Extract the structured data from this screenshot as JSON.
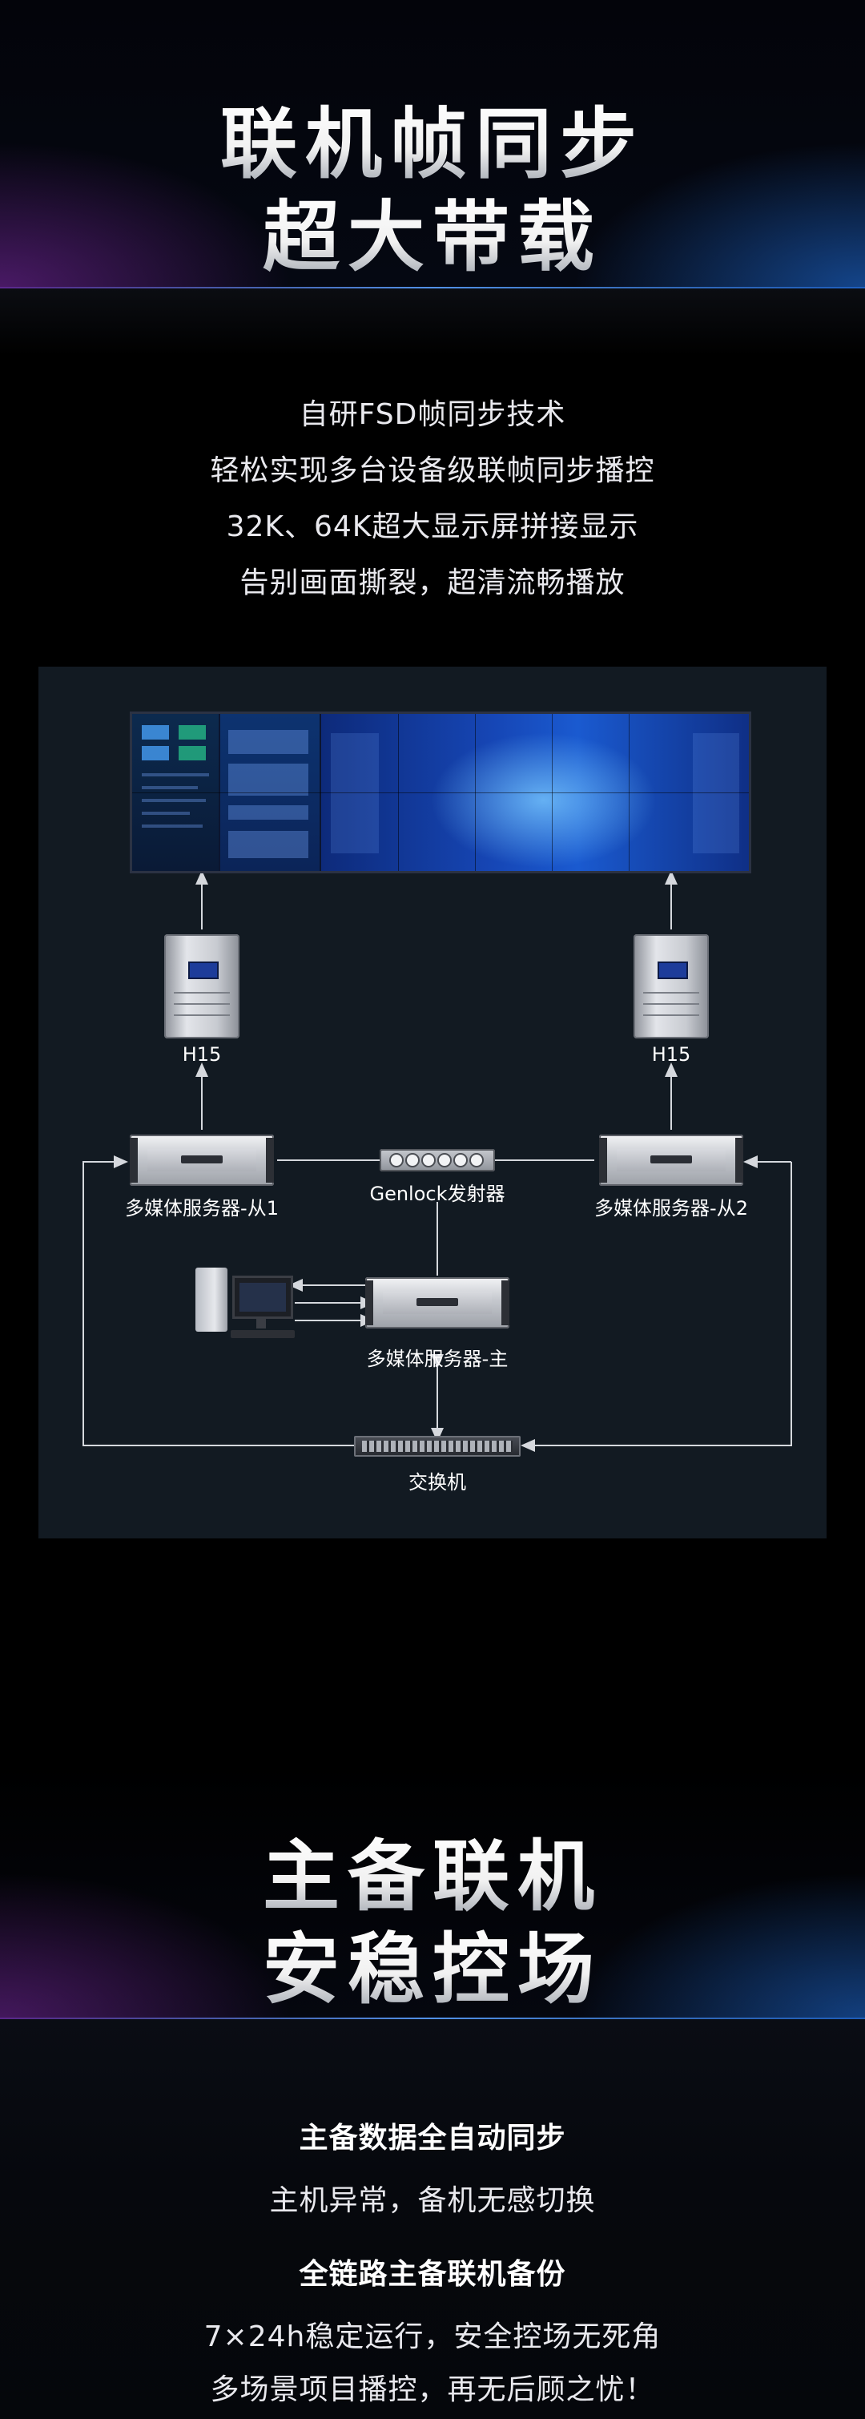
{
  "section1": {
    "title_line1": "联机帧同步",
    "title_line2": "超大带载",
    "lines": [
      "自研FSD帧同步技术",
      "轻松实现多台设备级联帧同步播控",
      "32K、64K超大显示屏拼接显示",
      "告别画面撕裂，超清流畅播放"
    ]
  },
  "diagram": {
    "h15_left": "H15",
    "h15_right": "H15",
    "server_slave1": "多媒体服务器-从1",
    "server_slave2": "多媒体服务器-从2",
    "server_master": "多媒体服务器-主",
    "genlock": "Genlock发射器",
    "switch": "交换机"
  },
  "section2": {
    "title_line1": "主备联机",
    "title_line2": "安稳控场",
    "bold1": "主备数据全自动同步",
    "line1": "主机异常，备机无感切换",
    "bold2": "全链路主备联机备份",
    "line2": "7×24h稳定运行，安全控场无死角",
    "line3": "多场景项目播控，再无后顾之忧！"
  },
  "colors": {
    "panel_bg": "#121a22",
    "connector": "#d5d8dd",
    "accent_blue": "#2a6cf0",
    "accent_purple": "#8a2fb0"
  }
}
